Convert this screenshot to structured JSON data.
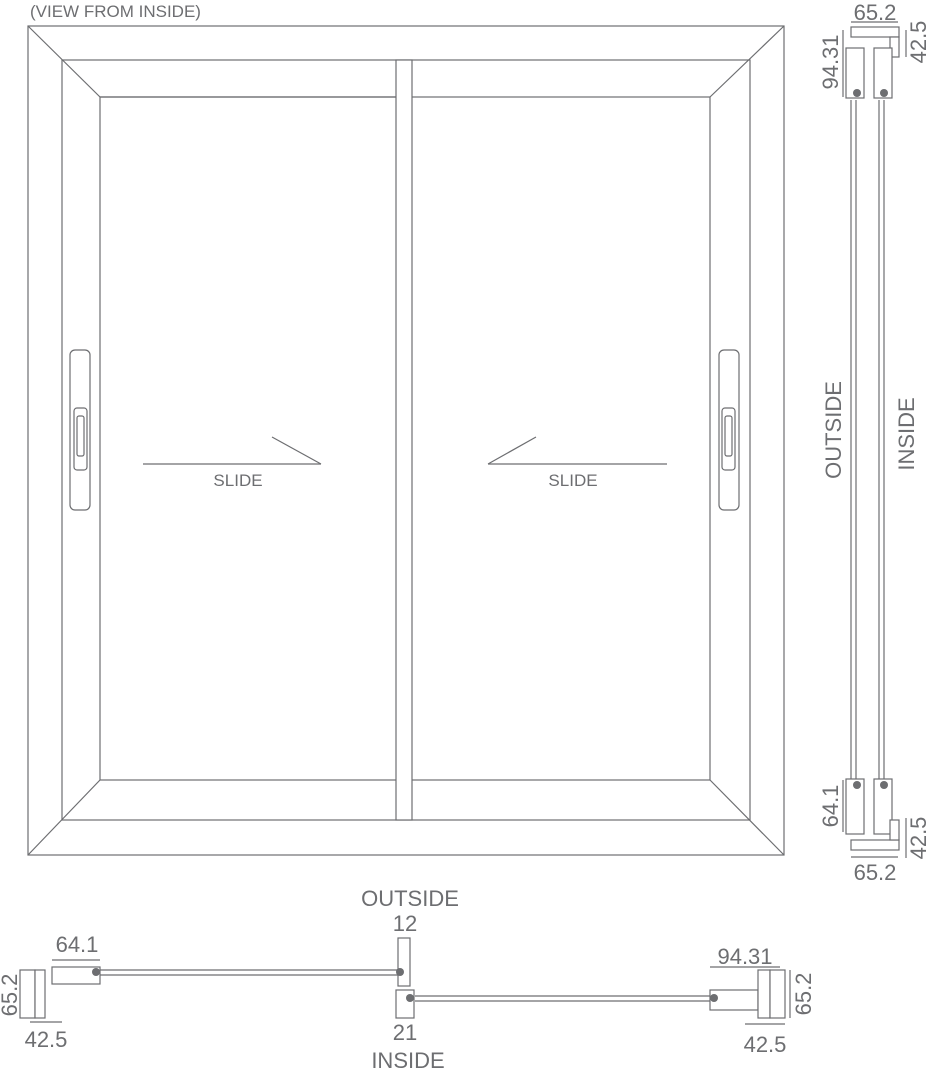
{
  "header": {
    "view_label": "(VIEW FROM INSIDE)"
  },
  "elevation": {
    "slide_left": "SLIDE",
    "slide_right": "SLIDE"
  },
  "vertical_section": {
    "outside_label": "OUTSIDE",
    "inside_label": "INSIDE",
    "top_dims": {
      "width": "65.2",
      "depth": "42.5",
      "height": "94.31"
    },
    "bottom_dims": {
      "height": "64.1",
      "depth": "42.5",
      "width": "65.2"
    }
  },
  "horizontal_section": {
    "outside_label": "OUTSIDE",
    "inside_label": "INSIDE",
    "interlock_outer": "12",
    "interlock_inner": "21",
    "left_dims": {
      "sash": "64.1",
      "frame_height": "65.2",
      "frame_depth": "42.5"
    },
    "right_dims": {
      "sash": "94.31",
      "frame_height": "65.2",
      "frame_depth": "42.5"
    }
  }
}
